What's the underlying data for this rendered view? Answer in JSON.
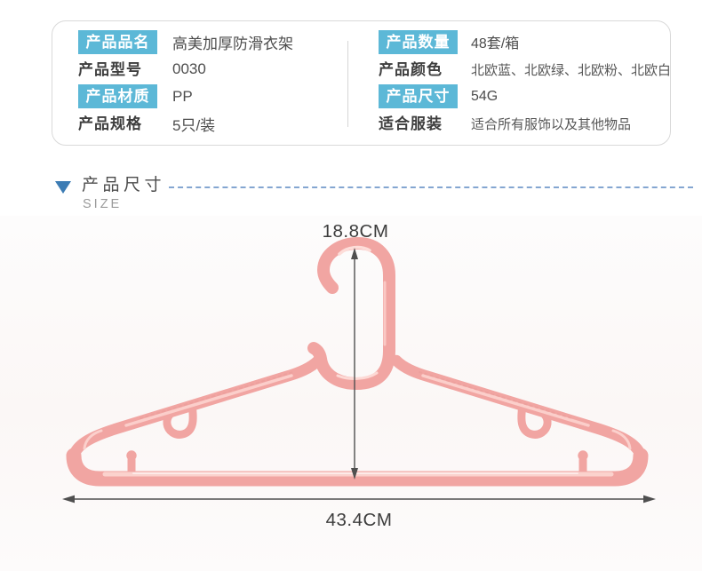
{
  "spec_card": {
    "left_rows": [
      {
        "label": "产品品名",
        "value": "高美加厚防滑衣架",
        "highlighted": true
      },
      {
        "label": "产品型号",
        "value": "0030",
        "highlighted": false
      },
      {
        "label": "产品材质",
        "value": "PP",
        "highlighted": true
      },
      {
        "label": "产品规格",
        "value": "5只/装",
        "highlighted": false
      }
    ],
    "right_rows": [
      {
        "label": "产品数量",
        "value": "48套/箱",
        "highlighted": true
      },
      {
        "label": "产品颜色",
        "value": "北欧蓝、北欧绿、北欧粉、北欧白",
        "highlighted": false
      },
      {
        "label": "产品尺寸",
        "value": "54G",
        "highlighted": true
      },
      {
        "label": "适合服装",
        "value": "适合所有服饰以及其他物品",
        "highlighted": false
      }
    ]
  },
  "section_header": {
    "title": "产品尺寸",
    "subtitle": "SIZE",
    "marker_icon": "triangle-down-icon"
  },
  "diagram": {
    "product": "粉色塑料防滑衣架",
    "height_label": "18.8CM",
    "width_label": "43.4CM"
  },
  "colors": {
    "badge_blue": "#5cb8d7",
    "header_triangle_blue": "#3c7cb4",
    "dashed_line_blue": "#6f97c9",
    "hanger_pink": "#f1a5a2",
    "hanger_highlight_pink": "#fbd4d0",
    "dimension_gray": "#4f4f4f"
  }
}
